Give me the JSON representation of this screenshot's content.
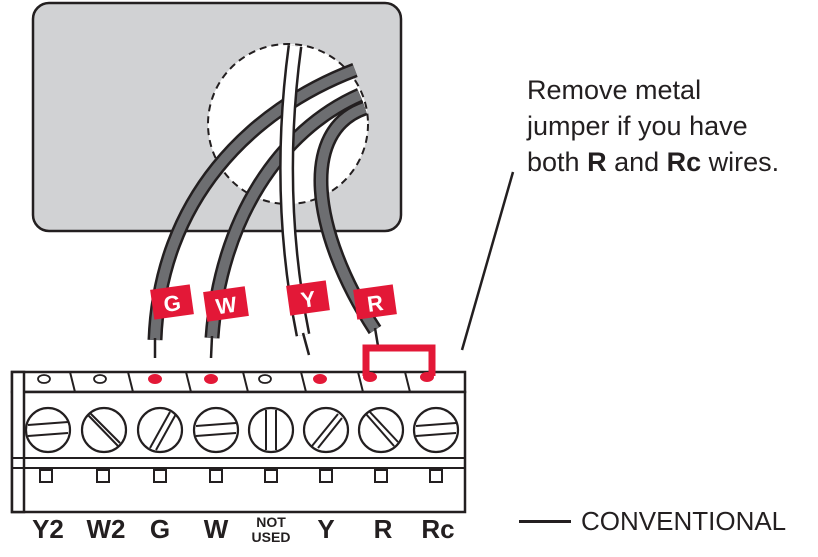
{
  "callout": {
    "line1": "Remove metal",
    "line2": "jumper if you have",
    "line3_pre": "both ",
    "line3_r": "R",
    "line3_mid": " and ",
    "line3_rc": "Rc",
    "line3_post": " wires."
  },
  "legend": {
    "label": "CONVENTIONAL"
  },
  "wire_tags": {
    "g": "G",
    "w": "W",
    "y": "Y",
    "r": "R"
  },
  "terminals": {
    "y2": "Y2",
    "w2": "W2",
    "g": "G",
    "w": "W",
    "not_used_1": "NOT",
    "not_used_2": "USED",
    "y": "Y",
    "r": "R",
    "rc": "Rc"
  },
  "colors": {
    "wallplate": "#d1d2d4",
    "outline": "#231f20",
    "wire_dark": "#6d6e71",
    "wire_light": "#ffffff",
    "tag_red": "#e31837",
    "jumper_red": "#e31837"
  }
}
